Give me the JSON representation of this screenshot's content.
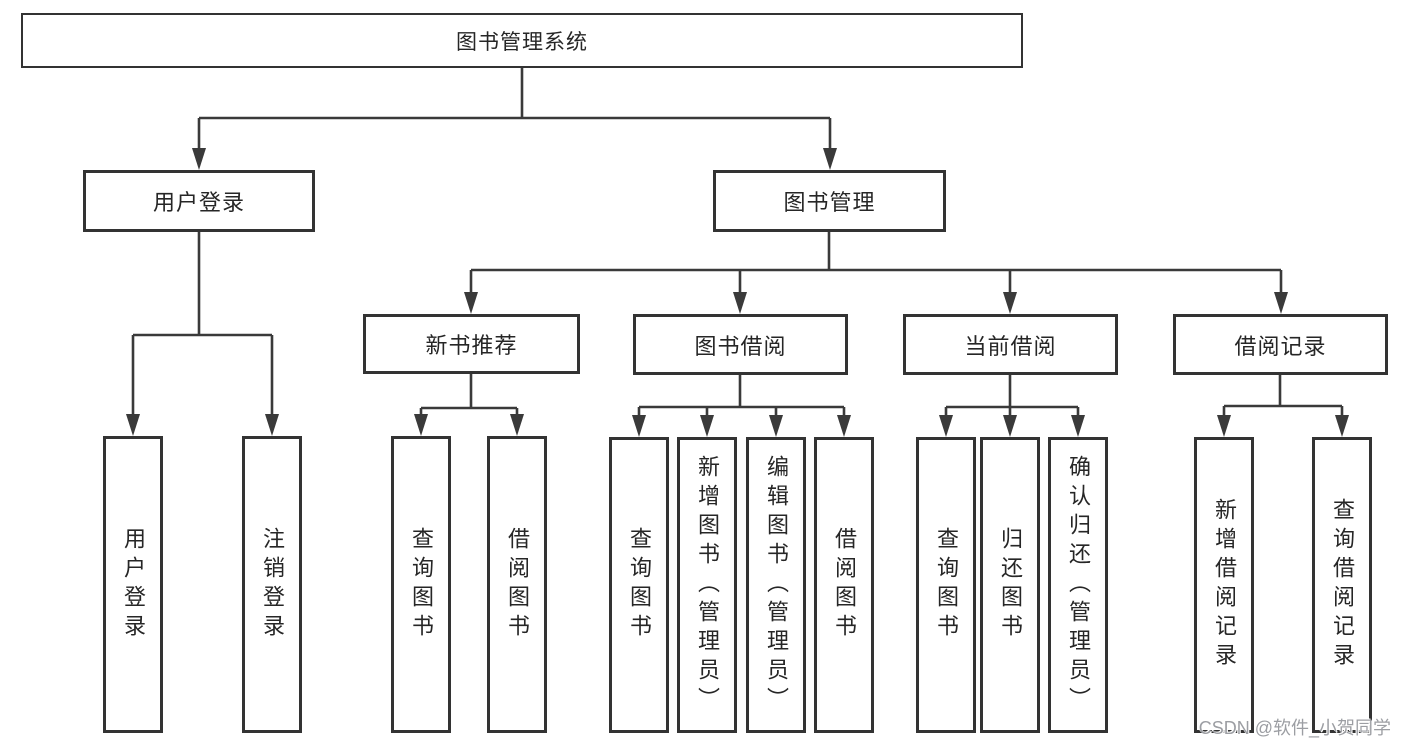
{
  "colors": {
    "line": "#3a3a3a",
    "box_border": "#333333",
    "text": "#262626",
    "watermark_text": "#9c9ea3",
    "background": "#ffffff"
  },
  "root": {
    "label": "图书管理系统"
  },
  "branches": [
    {
      "label": "用户登录",
      "children": [
        {
          "label": "用户登录"
        },
        {
          "label": "注销登录"
        }
      ]
    },
    {
      "label": "图书管理",
      "children": [
        {
          "label": "新书推荐",
          "children": [
            {
              "label": "查询图书"
            },
            {
              "label": "借阅图书"
            }
          ]
        },
        {
          "label": "图书借阅",
          "children": [
            {
              "label": "查询图书"
            },
            {
              "label": "新增图书（管理员）"
            },
            {
              "label": "编辑图书（管理员）"
            },
            {
              "label": "借阅图书"
            }
          ]
        },
        {
          "label": "当前借阅",
          "children": [
            {
              "label": "查询图书"
            },
            {
              "label": "归还图书"
            },
            {
              "label": "确认归还（管理员）"
            }
          ]
        },
        {
          "label": "借阅记录",
          "children": [
            {
              "label": "新增借阅记录"
            },
            {
              "label": "查询借阅记录"
            }
          ]
        }
      ]
    }
  ],
  "watermark": "CSDN @软件_小贺同学"
}
